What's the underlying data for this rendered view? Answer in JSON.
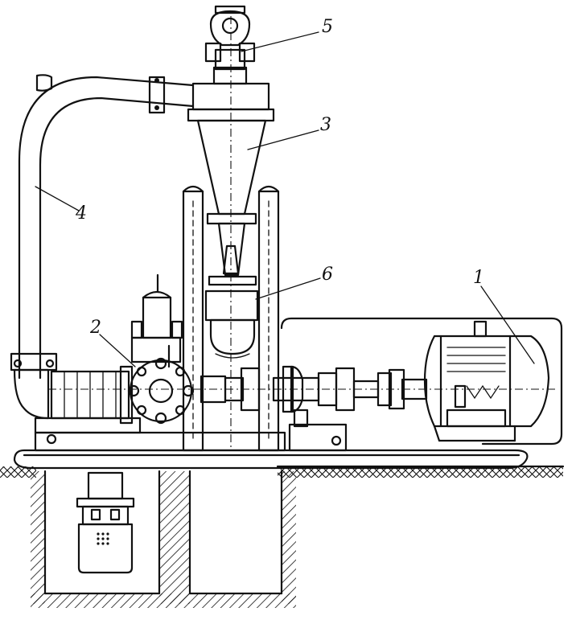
{
  "diagram": {
    "callouts": [
      {
        "id": "1",
        "text": "1"
      },
      {
        "id": "2",
        "text": "2"
      },
      {
        "id": "3",
        "text": "3"
      },
      {
        "id": "4",
        "text": "4"
      },
      {
        "id": "5",
        "text": "5"
      },
      {
        "id": "6",
        "text": "6"
      }
    ]
  },
  "colors": {
    "ink": "#111111",
    "paper": "#ffffff"
  }
}
